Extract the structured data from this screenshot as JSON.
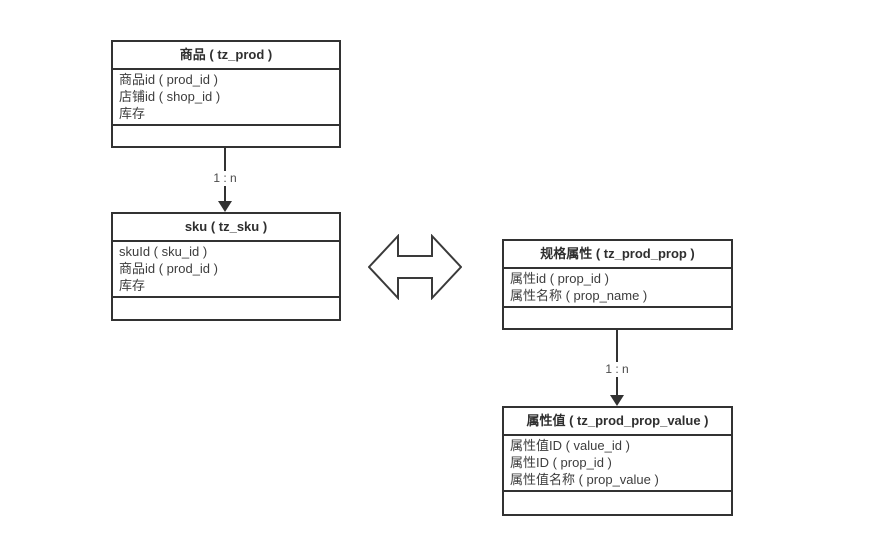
{
  "diagram": {
    "title": "product-sku-property entity relationship diagram",
    "colors": {
      "border": "#323232",
      "text": "#3d3d3d",
      "background": "#ffffff"
    },
    "tables": [
      {
        "id": "prod",
        "title": "商品 ( tz_prod )",
        "fields": [
          "商品id ( prod_id )",
          "店铺id ( shop_id )",
          "库存"
        ]
      },
      {
        "id": "sku",
        "title": "sku ( tz_sku )",
        "fields": [
          "skuId ( sku_id )",
          "商品id ( prod_id )",
          "库存"
        ]
      },
      {
        "id": "prod_prop",
        "title": "规格属性 ( tz_prod_prop )",
        "fields": [
          "属性id ( prop_id )",
          "属性名称 ( prop_name )"
        ]
      },
      {
        "id": "prod_prop_value",
        "title": "属性值 ( tz_prod_prop_value )",
        "fields": [
          "属性值ID ( value_id )",
          "属性ID ( prop_id )",
          "属性值名称 ( prop_value )"
        ]
      }
    ],
    "relations": [
      {
        "from": "商品 ( tz_prod )",
        "to": "sku ( tz_sku )",
        "label": "1 : n"
      },
      {
        "from": "规格属性 ( tz_prod_prop )",
        "to": "属性值 ( tz_prod_prop_value )",
        "label": "1 : n"
      },
      {
        "from": "sku ( tz_sku )",
        "to": "规格属性 ( tz_prod_prop )",
        "label": "",
        "type": "double-arrow"
      }
    ]
  }
}
